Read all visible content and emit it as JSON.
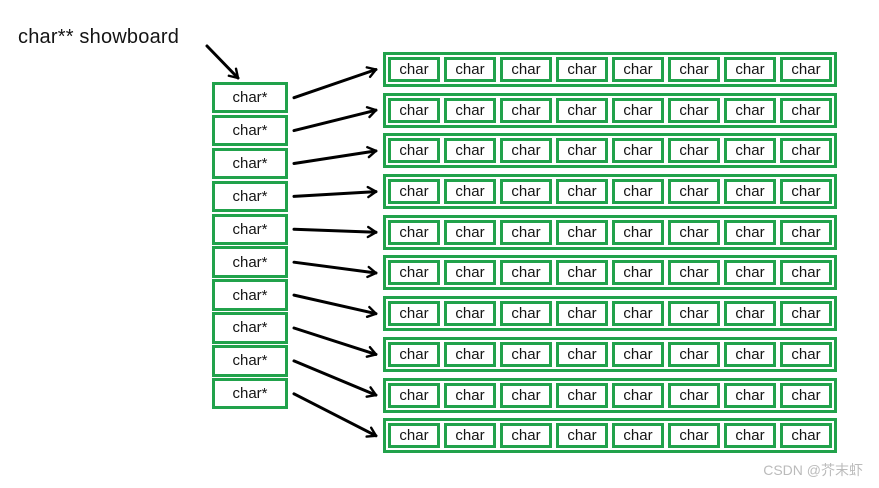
{
  "title": "char** showboard",
  "watermark": "CSDN @芥末虾",
  "colors": {
    "box_border_green": "#21a24b",
    "arrow_black": "#000000",
    "watermark_gray": "#bbbbbb",
    "text_ink": "#141414"
  },
  "pointer_array": {
    "label": "char*",
    "count": 10
  },
  "rows": {
    "count": 10,
    "cells_per_row": 8,
    "cell_label": "char"
  }
}
